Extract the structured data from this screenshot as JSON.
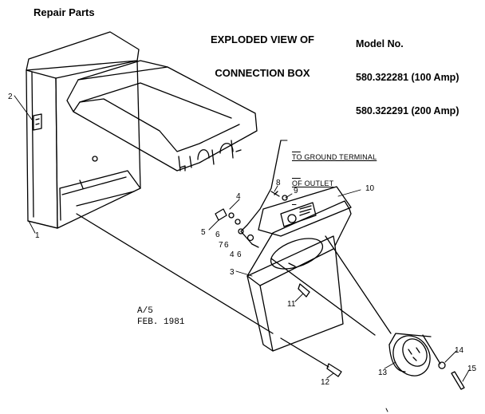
{
  "header": {
    "left_label": "Repair Parts",
    "title_line1": "EXPLODED VIEW OF",
    "title_line2": "CONNECTION BOX",
    "model_label": "Model No.",
    "model_line1": "580.322281 (100 Amp)",
    "model_line2": "580.322291 (200 Amp)"
  },
  "callout": {
    "line1": "TO GROUND TERMINAL",
    "line2": "OF OUTLET"
  },
  "footer": {
    "rev": "A/5",
    "date": "FEB. 1981"
  },
  "part_numbers": {
    "p1": "1",
    "p2": "2",
    "p3": "3",
    "p4a": "4",
    "p4b": "4",
    "p5": "5",
    "p6a": "6",
    "p6b": "6",
    "p6c": "6",
    "p7": "7",
    "p8": "8",
    "p9": "9",
    "p10": "10",
    "p11": "11",
    "p12": "12",
    "p13": "13",
    "p14": "14",
    "p15": "15"
  }
}
